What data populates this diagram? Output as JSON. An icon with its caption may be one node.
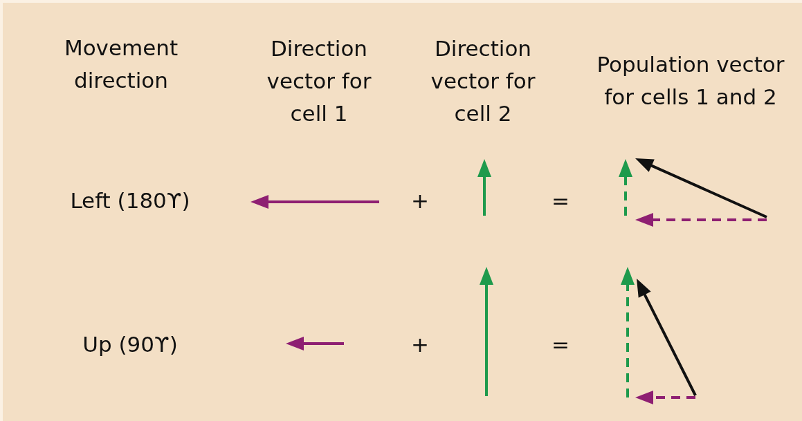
{
  "diagram": {
    "labels": [
      "Movement direction",
      "Direction vector for cell 1",
      "Direction vector for cell 2",
      "Population vector for cells 1 and 2",
      "Left (180ϒ)",
      "+",
      "=",
      "Up (90ϒ)",
      "+",
      "="
    ]
  }
}
